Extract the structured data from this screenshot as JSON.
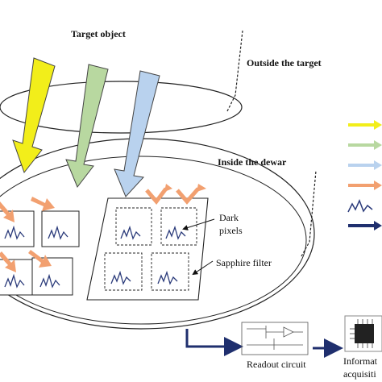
{
  "labels": {
    "target_object": "Target object",
    "outside_target": "Outside the target",
    "inside_dewar": "Inside the dewar",
    "dark_pixels_line1": "Dark",
    "dark_pixels_line2": "pixels",
    "sapphire_filter": "Sapphire filter",
    "readout_circuit": "Readout circuit",
    "info_line1": "Informat",
    "info_line2": "acquisiti"
  },
  "beam_colors": {
    "yellow": "#f2ee1a",
    "green": "#b8d8a0",
    "blue": "#b9d2ee",
    "orange": "#f2a070",
    "navy": "#1f2f6e"
  },
  "legend": [
    {
      "kind": "arrow",
      "color": "#f2ee1a"
    },
    {
      "kind": "arrow",
      "color": "#b8d8a0"
    },
    {
      "kind": "arrow",
      "color": "#b9d2ee"
    },
    {
      "kind": "arrow",
      "color": "#f2a070"
    },
    {
      "kind": "signal",
      "color": "#2a3a7a"
    },
    {
      "kind": "arrow",
      "color": "#1f2f6e"
    }
  ]
}
